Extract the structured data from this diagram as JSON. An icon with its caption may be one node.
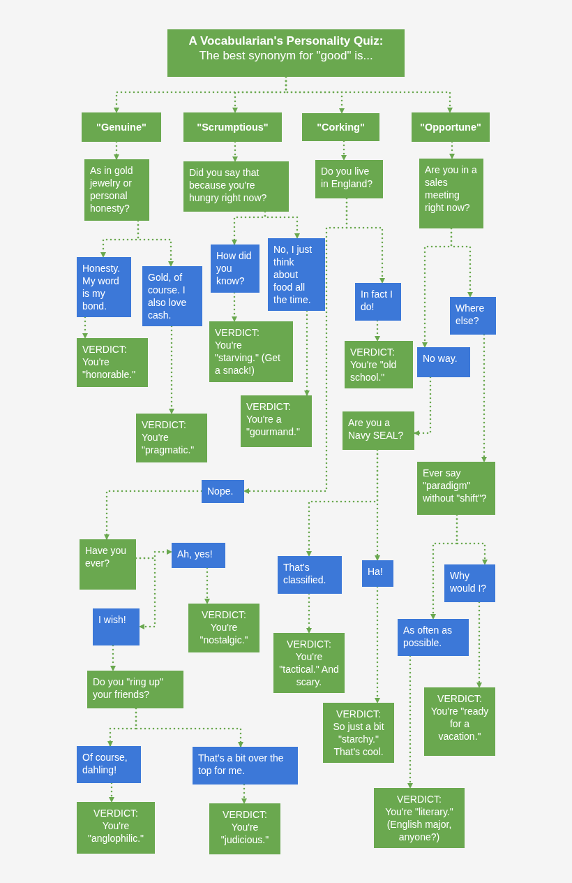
{
  "diagram": {
    "nodes": [
      {
        "text": [
          "A Vocabularian's Personality Quiz:",
          "The best synonym for \"good\" is..."
        ]
      },
      {
        "text": [
          "\"Genuine\""
        ]
      },
      {
        "text": [
          "\"Scrumptious\""
        ]
      },
      {
        "text": [
          "\"Corking\""
        ]
      },
      {
        "text": [
          "\"Opportune\""
        ]
      },
      {
        "text": [
          "As in gold jewelry or personal honesty?"
        ]
      },
      {
        "text": [
          "Did you say that because you're hungry right now?"
        ]
      },
      {
        "text": [
          "Do you live in England?"
        ]
      },
      {
        "text": [
          "Are you in a sales meeting right now?"
        ]
      },
      {
        "text": [
          "Honesty. My word is my bond."
        ]
      },
      {
        "text": [
          "Gold, of course. I also love cash."
        ]
      },
      {
        "text": [
          "How did you know?"
        ]
      },
      {
        "text": [
          "No, I just think about food all the time."
        ]
      },
      {
        "text": [
          "In fact I do!"
        ]
      },
      {
        "text": [
          "Where else?"
        ]
      },
      {
        "text": [
          "VERDICT:",
          "You're \"honorable.\""
        ]
      },
      {
        "text": [
          "VERDICT:",
          "You're \"starving.\" (Get a snack!)"
        ]
      },
      {
        "text": [
          "VERDICT:",
          "You're \"old school.\""
        ]
      },
      {
        "text": [
          "No way."
        ]
      },
      {
        "text": [
          "VERDICT:",
          "You're a \"gourmand.\""
        ]
      },
      {
        "text": [
          "VERDICT:",
          "You're \"pragmatic.\""
        ]
      },
      {
        "text": [
          "Are you a Navy SEAL?"
        ]
      },
      {
        "text": [
          "Ever say \"paradigm\" without \"shift\"?"
        ]
      },
      {
        "text": [
          "Nope."
        ]
      },
      {
        "text": [
          "Have you ever?"
        ]
      },
      {
        "text": [
          "Ah, yes!"
        ]
      },
      {
        "text": [
          "That's classified."
        ]
      },
      {
        "text": [
          "Ha!"
        ]
      },
      {
        "text": [
          "Why would I?"
        ]
      },
      {
        "text": [
          "I wish!"
        ]
      },
      {
        "text": [
          "VERDICT:",
          "You're \"nostalgic.\""
        ]
      },
      {
        "text": [
          "As often as possible."
        ]
      },
      {
        "text": [
          "VERDICT:",
          "You're \"tactical.\" And scary."
        ]
      },
      {
        "text": [
          "Do you \"ring up\" your friends?"
        ]
      },
      {
        "text": [
          "VERDICT:",
          "So just a bit \"starchy.\" That's cool."
        ]
      },
      {
        "text": [
          "VERDICT:",
          "You're \"ready for a vacation.\""
        ]
      },
      {
        "text": [
          "Of course, dahling!"
        ]
      },
      {
        "text": [
          "That's a bit over the top for me."
        ]
      },
      {
        "text": [
          "VERDICT:",
          "You're \"anglophilic.\""
        ]
      },
      {
        "text": [
          "VERDICT:",
          "You're \"judicious.\""
        ]
      },
      {
        "text": [
          "VERDICT:",
          "You're \"literary.\" (English major, anyone?)"
        ]
      }
    ],
    "edges": [
      {
        "from": 0,
        "to": 1,
        "arrow": "to"
      },
      {
        "from": 0,
        "to": 2,
        "arrow": "to"
      },
      {
        "from": 0,
        "to": 3,
        "arrow": "to"
      },
      {
        "from": 0,
        "to": 4,
        "arrow": "to"
      },
      {
        "from": 1,
        "to": 5,
        "arrow": "to"
      },
      {
        "from": 2,
        "to": 6,
        "arrow": "to"
      },
      {
        "from": 3,
        "to": 7,
        "arrow": "to"
      },
      {
        "from": 4,
        "to": 8,
        "arrow": "to"
      },
      {
        "from": 5,
        "to": 9,
        "arrow": "to"
      },
      {
        "from": 5,
        "to": 10,
        "arrow": "to"
      },
      {
        "from": 6,
        "to": 11,
        "arrow": "to"
      },
      {
        "from": 6,
        "to": 12,
        "arrow": "to"
      },
      {
        "from": 7,
        "to": 13,
        "arrow": "to"
      },
      {
        "from": 7,
        "to": 23,
        "arrow": "to"
      },
      {
        "from": 8,
        "to": 18,
        "arrow": "to"
      },
      {
        "from": 8,
        "to": 14,
        "arrow": "to"
      },
      {
        "from": 9,
        "to": 15,
        "arrow": "to"
      },
      {
        "from": 10,
        "to": 20,
        "arrow": "to"
      },
      {
        "from": 11,
        "to": 16,
        "arrow": "to"
      },
      {
        "from": 12,
        "to": 19,
        "arrow": "to"
      },
      {
        "from": 13,
        "to": 17,
        "arrow": "to"
      },
      {
        "from": 18,
        "to": 21,
        "arrow": "to"
      },
      {
        "from": 14,
        "to": 22,
        "arrow": "to"
      },
      {
        "from": 21,
        "to": 26,
        "arrow": "to"
      },
      {
        "from": 21,
        "to": 27,
        "arrow": "to"
      },
      {
        "from": 22,
        "to": 31,
        "arrow": "to"
      },
      {
        "from": 22,
        "to": 28,
        "arrow": "to"
      },
      {
        "from": 23,
        "to": 24,
        "arrow": "to"
      },
      {
        "from": 24,
        "to": 25,
        "arrow": "to"
      },
      {
        "from": 24,
        "to": 29,
        "arrow": "to"
      },
      {
        "from": 25,
        "to": 30,
        "arrow": "to"
      },
      {
        "from": 26,
        "to": 32,
        "arrow": "to"
      },
      {
        "from": 27,
        "to": 34,
        "arrow": "to"
      },
      {
        "from": 28,
        "to": 35,
        "arrow": "to"
      },
      {
        "from": 31,
        "to": 40,
        "arrow": "to"
      },
      {
        "from": 29,
        "to": 33,
        "arrow": "to"
      },
      {
        "from": 33,
        "to": 36,
        "arrow": "to"
      },
      {
        "from": 33,
        "to": 37,
        "arrow": "to"
      },
      {
        "from": 36,
        "to": 38,
        "arrow": "to"
      },
      {
        "from": 37,
        "to": 39,
        "arrow": "to"
      }
    ]
  }
}
